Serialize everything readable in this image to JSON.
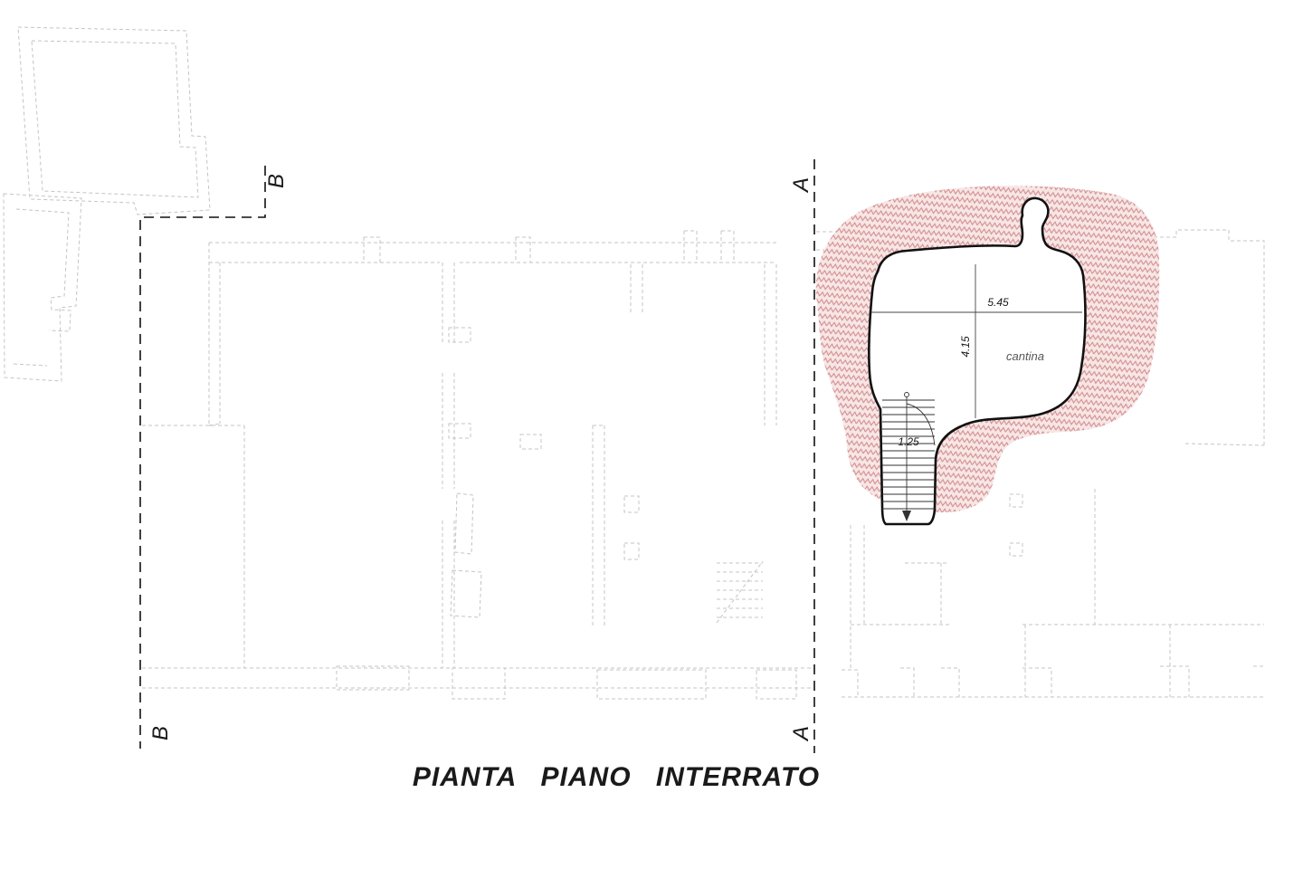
{
  "drawing": {
    "title": "PIANTA PIANO INTERRATO",
    "room": {
      "label": "cantina"
    },
    "dimensions": {
      "room_width": "5.45",
      "room_depth": "4.15",
      "stair_width": "1.25"
    },
    "sections": {
      "a": "A",
      "b": "B"
    },
    "colors": {
      "ink": "#111111",
      "plan_gray": "#c4c4c4",
      "hatch_fill": "#f7e6e6",
      "hatch_stroke": "#d38c8c",
      "thin_line": "#444444"
    }
  }
}
